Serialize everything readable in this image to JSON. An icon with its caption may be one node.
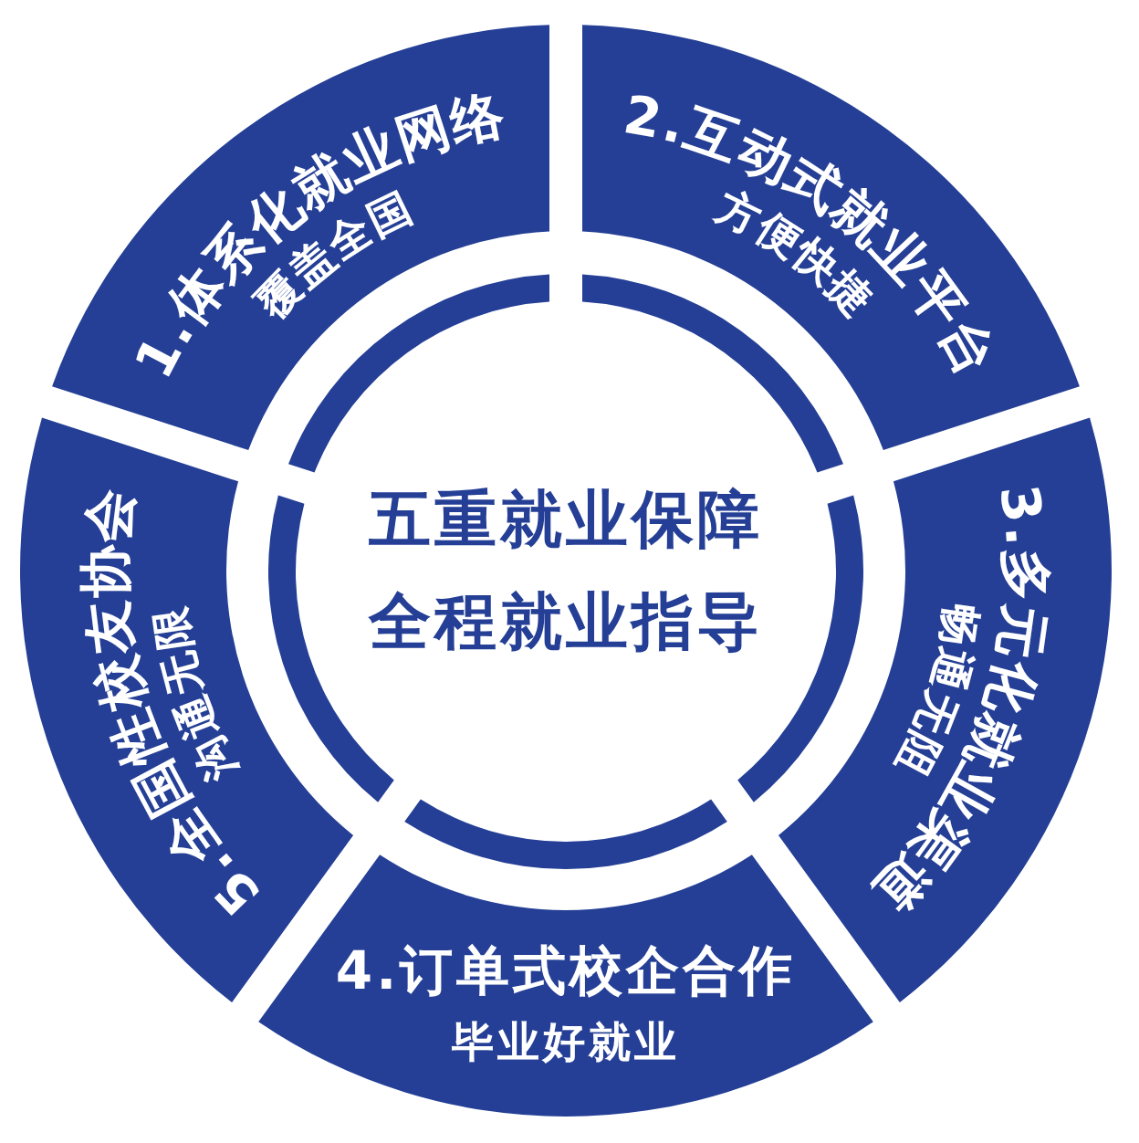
{
  "diagram": {
    "nodes": [
      {
        "text": [
          "五重就业保障",
          "全程就业指导"
        ]
      },
      {
        "text": [
          "1.体系化就业网络",
          "覆盖全国"
        ]
      },
      {
        "text": [
          "2.互动式就业平台",
          "方便快捷"
        ]
      },
      {
        "text": [
          "3.多元化就业渠道",
          "畅通无阻"
        ]
      },
      {
        "text": [
          "4.订单式校企合作",
          "毕业好就业"
        ]
      },
      {
        "text": [
          "5.全国性校友协会",
          "沟通无限"
        ]
      }
    ]
  }
}
